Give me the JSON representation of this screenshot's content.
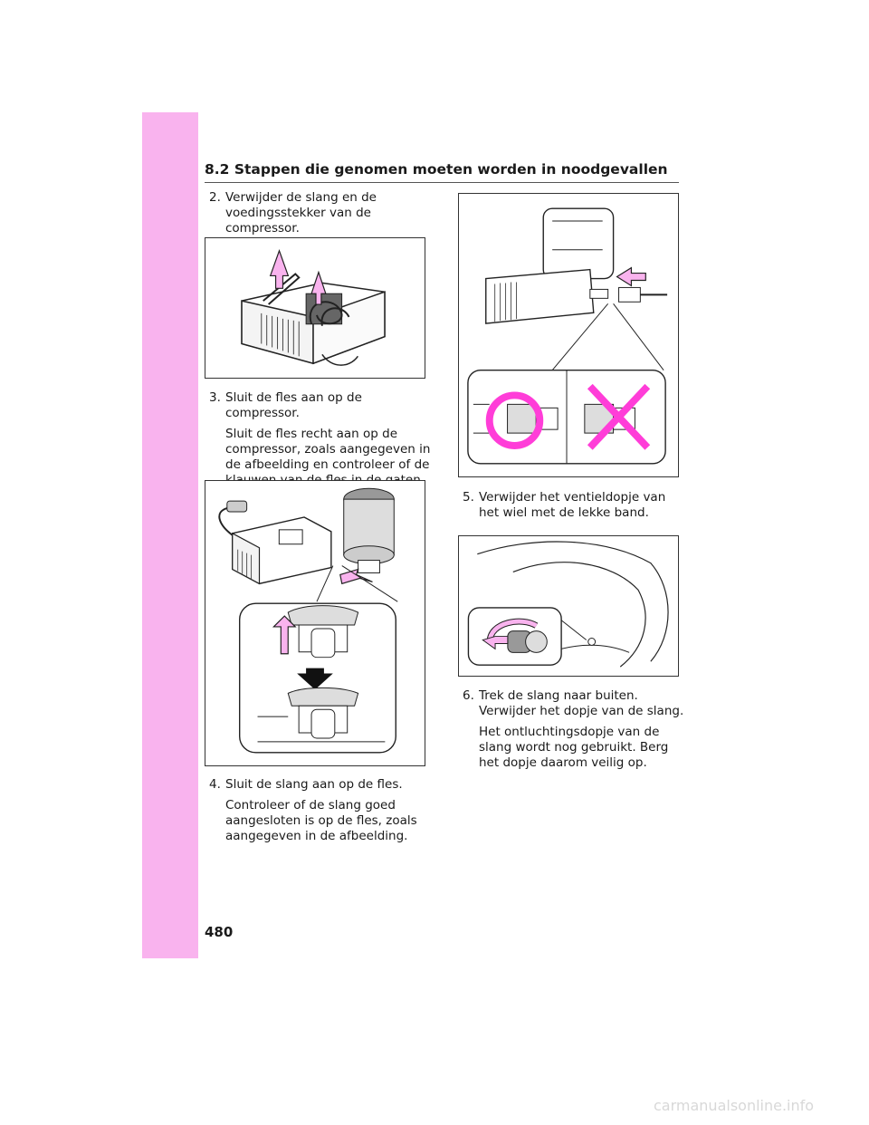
{
  "header": {
    "title": "8.2  Stappen die genomen moeten worden in noodgevallen"
  },
  "page_number": "480",
  "steps": [
    {
      "num": "2.",
      "text": "Verwijder de slang en de voedingsstekker van de compressor.",
      "note": ""
    },
    {
      "num": "3.",
      "text": "Sluit de fles aan op de compressor.",
      "note": "Sluit de fles recht aan op de compressor, zoals aangegeven in de afbeelding en controleer of de klauwen van de fles in de gaten vallen."
    },
    {
      "num": "4.",
      "text": "Sluit de slang aan op de fles.",
      "note": "Controleer of de slang goed aangesloten is op de fles, zoals aangegeven in de afbeelding."
    },
    {
      "num": "5.",
      "text": "Verwijder het ventieldopje van het wiel met de lekke band.",
      "note": ""
    },
    {
      "num": "6.",
      "text": "Trek de slang naar buiten. Verwijder het dopje van de slang.",
      "note": "Het ontluchtingsdopje van de slang wordt nog gebruikt. Berg het dopje daarom veilig op."
    }
  ],
  "watermark": {
    "text": "carmanualsonline.info"
  },
  "colors": {
    "accent_pink": "#f9b3ee",
    "highlight_pink": "#f07be0",
    "magenta": "#ff3dd8"
  }
}
